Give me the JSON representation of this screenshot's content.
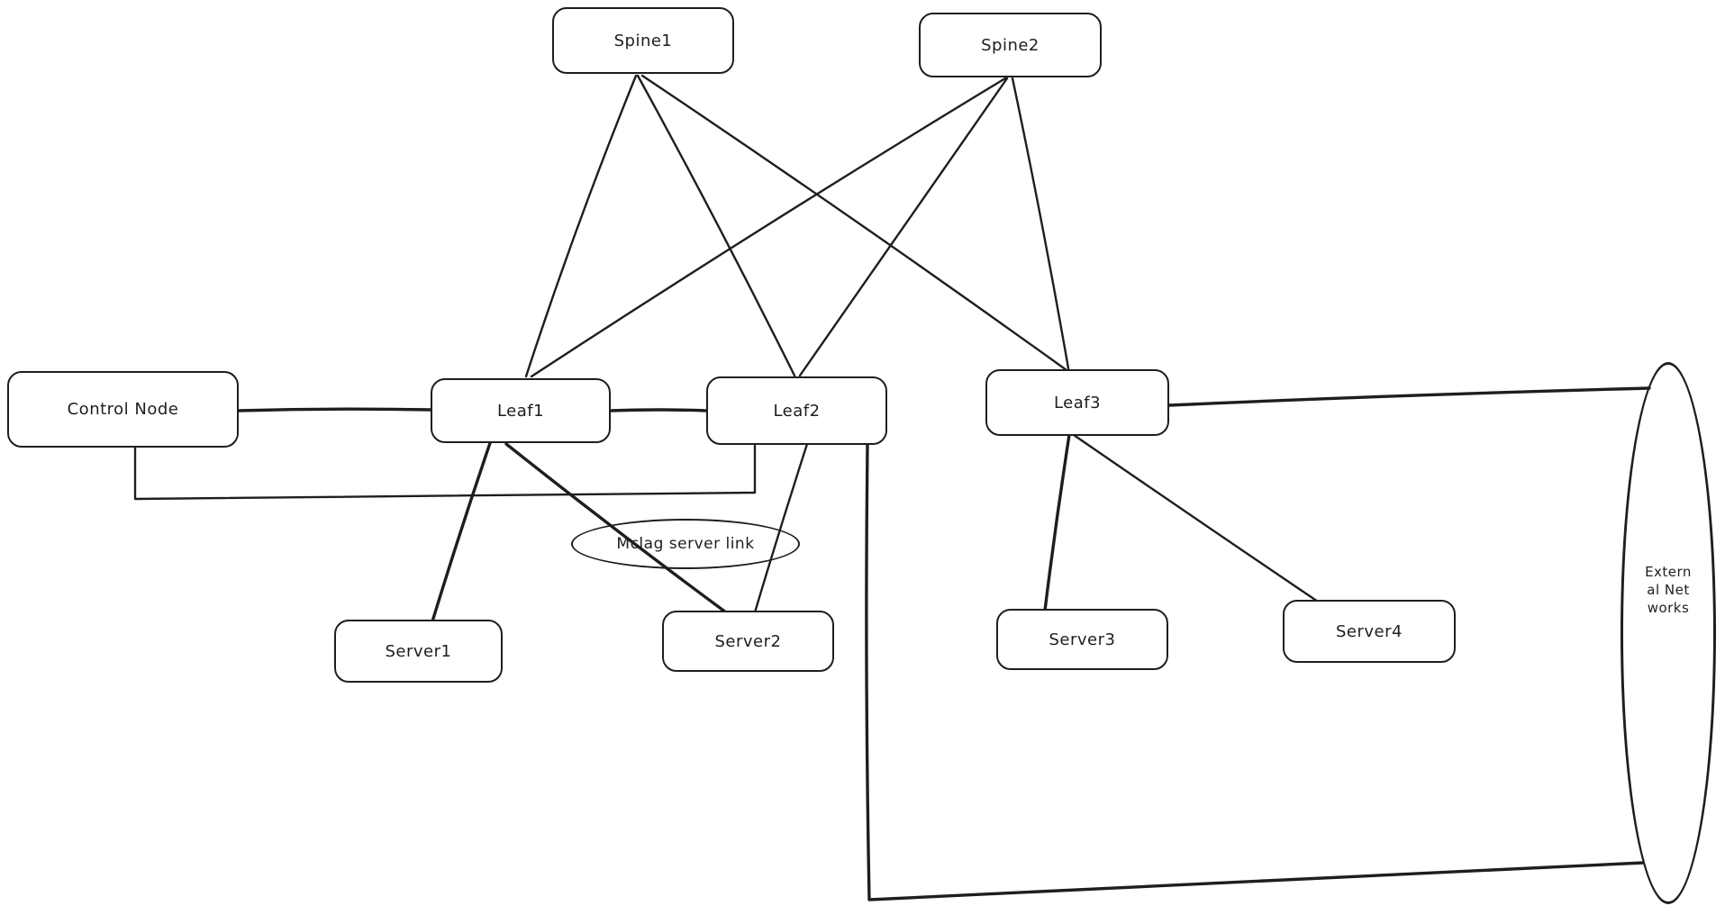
{
  "colors": {
    "stroke": "#1e1e1e",
    "background": "#ffffff"
  },
  "nodes": {
    "spine1": {
      "label": "Spine1",
      "shape": "rounded-rect"
    },
    "spine2": {
      "label": "Spine2",
      "shape": "rounded-rect"
    },
    "control_node": {
      "label": "Control Node",
      "shape": "rounded-rect"
    },
    "leaf1": {
      "label": "Leaf1",
      "shape": "rounded-rect"
    },
    "leaf2": {
      "label": "Leaf2",
      "shape": "rounded-rect"
    },
    "leaf3": {
      "label": "Leaf3",
      "shape": "rounded-rect"
    },
    "server1": {
      "label": "Server1",
      "shape": "rounded-rect"
    },
    "server2": {
      "label": "Server2",
      "shape": "rounded-rect"
    },
    "server3": {
      "label": "Server3",
      "shape": "rounded-rect"
    },
    "server4": {
      "label": "Server4",
      "shape": "rounded-rect"
    },
    "mclag_label": {
      "label": "Mclag server link",
      "shape": "ellipse"
    },
    "external_networks": {
      "label": "External Networks",
      "shape": "ellipse"
    }
  },
  "edges": [
    {
      "from": "spine1",
      "to": "leaf1"
    },
    {
      "from": "spine1",
      "to": "leaf2"
    },
    {
      "from": "spine1",
      "to": "leaf3"
    },
    {
      "from": "spine2",
      "to": "leaf1"
    },
    {
      "from": "spine2",
      "to": "leaf2"
    },
    {
      "from": "spine2",
      "to": "leaf3"
    },
    {
      "from": "control_node",
      "to": "leaf1"
    },
    {
      "from": "leaf1",
      "to": "leaf2"
    },
    {
      "from": "control_node",
      "to": "leaf2"
    },
    {
      "from": "leaf1",
      "to": "server1"
    },
    {
      "from": "leaf1",
      "to": "server2",
      "label": "Mclag server link"
    },
    {
      "from": "leaf2",
      "to": "server2",
      "label": "Mclag server link"
    },
    {
      "from": "leaf3",
      "to": "server3"
    },
    {
      "from": "leaf3",
      "to": "server4"
    },
    {
      "from": "leaf3",
      "to": "external_networks"
    },
    {
      "from": "leaf2",
      "to": "external_networks"
    }
  ]
}
